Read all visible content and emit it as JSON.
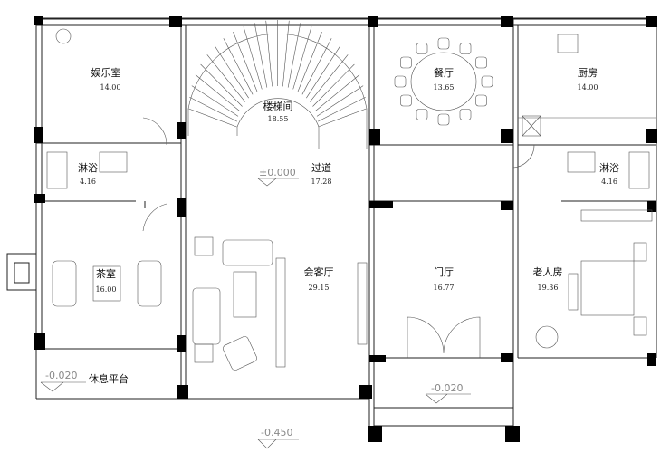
{
  "rooms": {
    "entertainment": {
      "name": "娱乐室",
      "area": "14.00"
    },
    "stair": {
      "name": "楼梯间",
      "area": "18.55"
    },
    "dining": {
      "name": "餐厅",
      "area": "13.65"
    },
    "kitchen": {
      "name": "厨房",
      "area": "14.00"
    },
    "bath_left": {
      "name": "淋浴",
      "area": "4.16"
    },
    "corridor": {
      "name": "过道",
      "area": "17.28"
    },
    "bath_right": {
      "name": "淋浴",
      "area": "4.16"
    },
    "tea": {
      "name": "茶室",
      "area": "16.00"
    },
    "living": {
      "name": "会客厅",
      "area": "29.15"
    },
    "foyer": {
      "name": "门厅",
      "area": "16.77"
    },
    "elder": {
      "name": "老人房",
      "area": "19.36"
    },
    "terrace": {
      "name": "休息平台"
    }
  },
  "elevations": {
    "main": "±0.000",
    "terrace": "-0.020",
    "porch": "-0.020",
    "ground": "-0.450"
  }
}
